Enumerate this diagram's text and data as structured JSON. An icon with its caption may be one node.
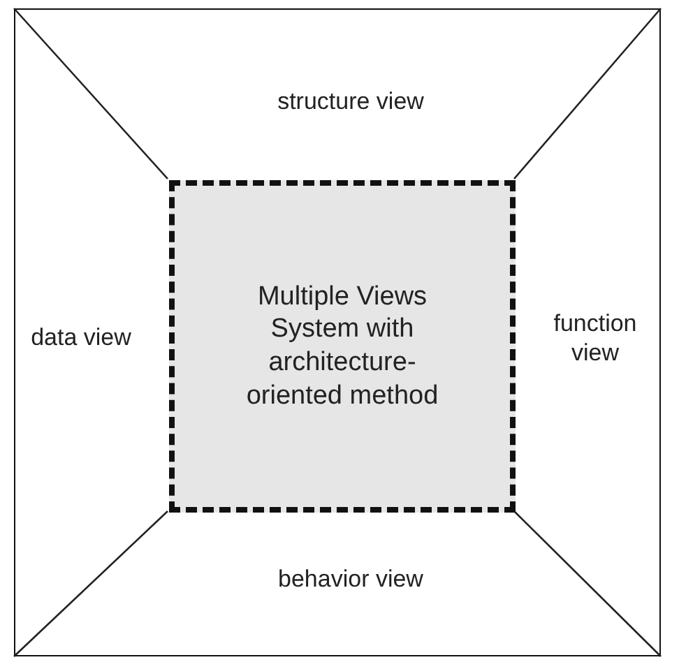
{
  "diagram": {
    "nodes": [
      {
        "text": [],
        "shape": "box"
      },
      {
        "text": [
          "structure view"
        ],
        "in": 0
      },
      {
        "text": [
          "data view"
        ],
        "in": 0
      },
      {
        "text": [
          "Multiple Views System with architecture-oriented method"
        ],
        "in": 0
      },
      {
        "text": [
          "function view"
        ],
        "in": 0
      },
      {
        "text": [
          "behavior view"
        ],
        "in": 0
      }
    ]
  }
}
